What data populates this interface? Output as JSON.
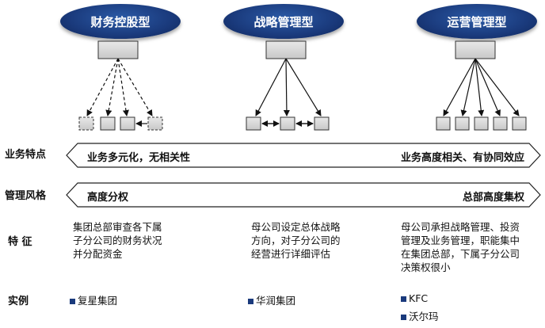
{
  "headers": {
    "financial": "财务控股型",
    "strategic": "战略管理型",
    "operational": "运营管理型"
  },
  "row_labels": {
    "business": "业务特点",
    "style": "管理风格",
    "features": "特 征",
    "examples": "实例"
  },
  "business_arrow": {
    "left": "业务多元化，无相关性",
    "right": "业务高度相关、有协同效应"
  },
  "style_arrow": {
    "left": "高度分权",
    "right": "总部高度集权"
  },
  "features": {
    "financial": [
      "集团总部审查各下属",
      "子分公司的财务状况",
      "并分配资金"
    ],
    "strategic": [
      "母公司设定总体战略",
      "方向，对子分公司的",
      "经营进行详细评估"
    ],
    "operational": [
      "母公司承担战略管理、投资",
      "管理及业务管理，职能集中",
      "在集团总部，下属子分公司",
      "决策权很小"
    ]
  },
  "examples": {
    "financial": [
      "复星集团"
    ],
    "strategic": [
      "华润集团"
    ],
    "operational": [
      "KFC",
      "沃尔玛"
    ]
  },
  "colors": {
    "header_fill": "#1a3a7c",
    "box_fill": "#d9d9d9",
    "bullet": "#1a3a7c"
  }
}
